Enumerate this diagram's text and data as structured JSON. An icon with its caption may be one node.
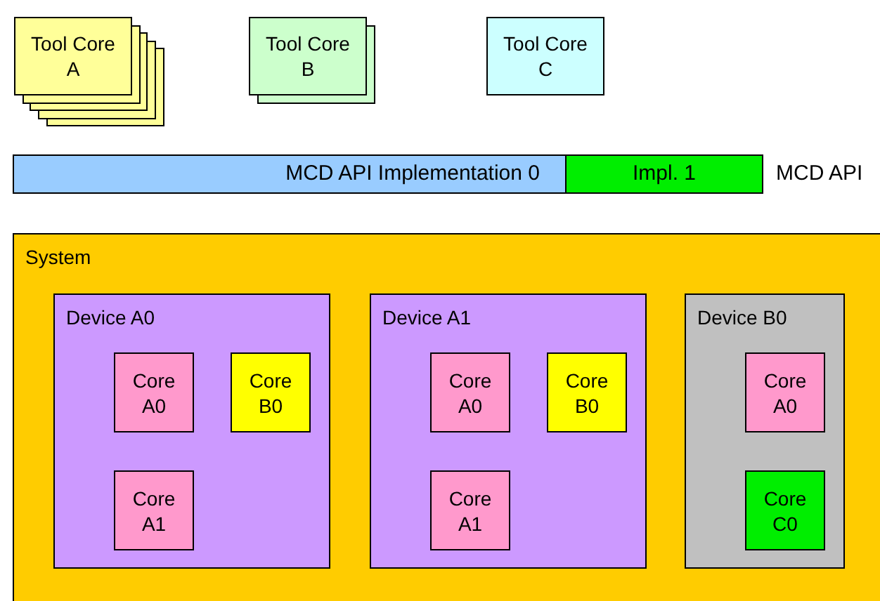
{
  "diagram": {
    "nodes": [
      {
        "text": [
          "Tool Core A"
        ]
      },
      {
        "text": [
          "Tool Core B"
        ]
      },
      {
        "text": [
          "Tool Core C"
        ]
      },
      {
        "text": [
          "MCD API Implementation 0"
        ]
      },
      {
        "text": [
          "Impl. 1"
        ]
      },
      {
        "text": [
          "System"
        ]
      },
      {
        "text": [
          "Device A0"
        ],
        "in": 5
      },
      {
        "text": [
          "Core A0"
        ],
        "in": 6
      },
      {
        "text": [
          "Core B0"
        ],
        "in": 6
      },
      {
        "text": [
          "Core A1"
        ],
        "in": 6
      },
      {
        "text": [
          "Device A1"
        ],
        "in": 5
      },
      {
        "text": [
          "Core A0"
        ],
        "in": 10
      },
      {
        "text": [
          "Core B0"
        ],
        "in": 10
      },
      {
        "text": [
          "Core A1"
        ],
        "in": 10
      },
      {
        "text": [
          "Device B0"
        ],
        "in": 5
      },
      {
        "text": [
          "Core A0"
        ],
        "in": 14
      },
      {
        "text": [
          "Core C0"
        ],
        "in": 14
      }
    ],
    "labels": [
      "MCD API"
    ]
  }
}
